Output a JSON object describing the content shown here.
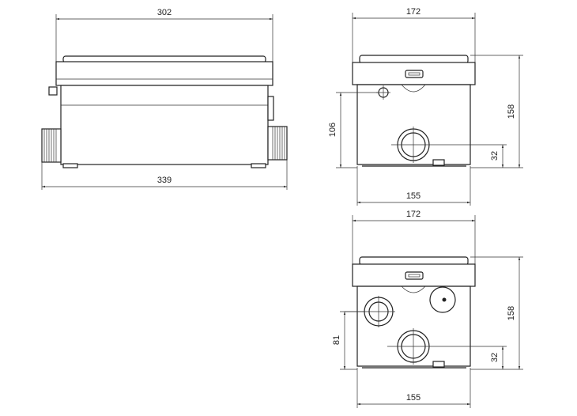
{
  "drawing": {
    "side_view": {
      "dim_top": "302",
      "dim_bottom": "339"
    },
    "front_view_top": {
      "dim_width_top": "172",
      "dim_width_bottom": "155",
      "dim_height_right": "158",
      "dim_inlet_height": "106",
      "dim_outlet_height": "32"
    },
    "front_view_bottom": {
      "dim_width_top": "172",
      "dim_width_bottom": "155",
      "dim_height_right": "158",
      "dim_inlet_height": "81",
      "dim_outlet_height": "32"
    }
  }
}
